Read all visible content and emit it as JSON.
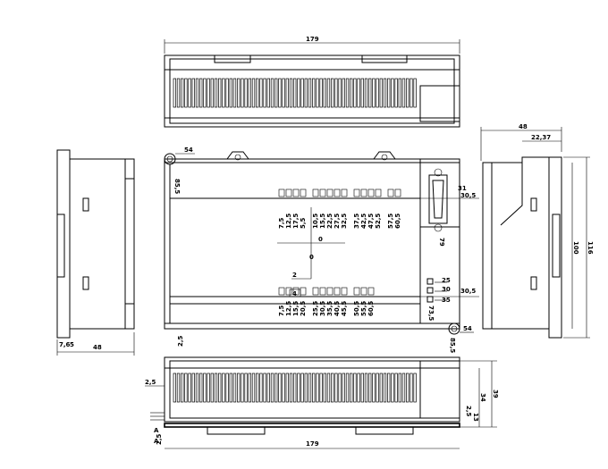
{
  "dimensions": {
    "top_width": "179",
    "bottom_width": "179",
    "right_depth": "48",
    "right_inner": "22,37",
    "right_height_total": "116",
    "right_height_inner": "100",
    "left_depth": "48",
    "left_offset": "7,6",
    "left_offset_b": "5",
    "front_hole_top": "54",
    "front_hole_top_v": "85,5",
    "front_hole_bottom": "54",
    "front_hole_bottom_v": "85,5",
    "front_connector_top": "31",
    "front_connector_top_b": "30,5",
    "front_connector_h": "79",
    "front_led_1": "25",
    "front_led_2": "30",
    "front_led_3": "35",
    "front_bottom_right": "30,5",
    "front_bottom_gap": "73,5",
    "front_center_a": "0",
    "front_center_b": "0",
    "front_left_2": "2",
    "front_left_4": "4",
    "bottom_edge": "2,5",
    "bottom_left": "2,5",
    "bottom_height": "39",
    "bottom_height_inner": "34",
    "bottom_small_a": "2,5",
    "bottom_small_b": "13",
    "bottom_left_a": "2,5",
    "bottom_section_a": "A",
    "bottom_section_b": "A"
  },
  "terminal_labels_top": [
    "7,5",
    "12,5",
    "17,5",
    "5,5",
    "10,5",
    "15,5",
    "22,5",
    "27,5",
    "32,5",
    "37,5",
    "42,5",
    "47,5",
    "52,5",
    "57,5",
    "60,5"
  ],
  "terminal_labels_bottom": [
    "7,5",
    "12,5",
    "15,5",
    "20,5",
    "25,5",
    "30,5",
    "35,5",
    "40,5",
    "45,5",
    "50,5",
    "55,5",
    "60,5"
  ]
}
